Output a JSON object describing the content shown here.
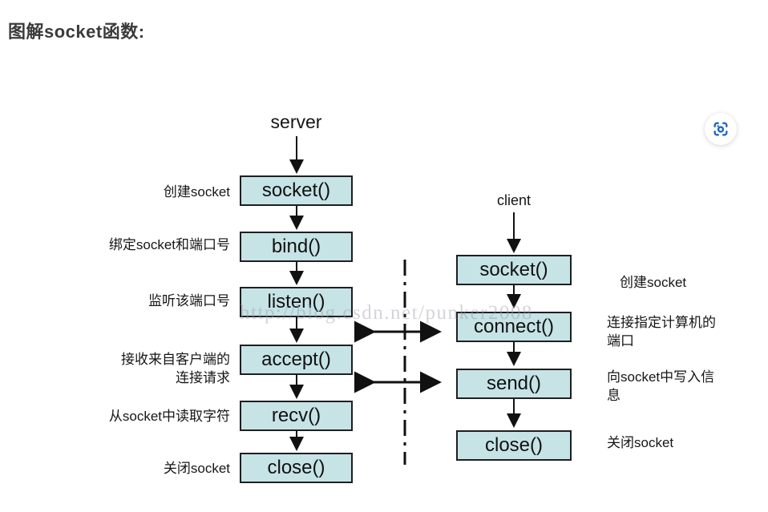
{
  "page": {
    "title": "图解socket函数:"
  },
  "viewer": {
    "screenshot_button_icon": "screenshot-camera"
  },
  "watermark": {
    "text": "http://blog.csdn.net/punker2008"
  },
  "server": {
    "title": "server",
    "steps": [
      {
        "fn": "socket()",
        "label_lines": [
          "创建socket",
          ""
        ]
      },
      {
        "fn": "bind()",
        "label_lines": [
          "绑定socket和端口号",
          ""
        ]
      },
      {
        "fn": "listen()",
        "label_lines": [
          "监听该端口号",
          ""
        ]
      },
      {
        "fn": "accept()",
        "label_lines": [
          "接收来自客户端的",
          "连接请求"
        ]
      },
      {
        "fn": "recv()",
        "label_lines": [
          "从socket中读取字符",
          ""
        ]
      },
      {
        "fn": "close()",
        "label_lines": [
          "关闭socket",
          ""
        ]
      }
    ]
  },
  "client": {
    "title": "client",
    "steps": [
      {
        "fn": "socket()",
        "label_lines": [
          "创建socket",
          ""
        ]
      },
      {
        "fn": "connect()",
        "label_lines": [
          "连接指定计算机的",
          "端口"
        ]
      },
      {
        "fn": "send()",
        "label_lines": [
          "向socket中写入信",
          "息"
        ]
      },
      {
        "fn": "close()",
        "label_lines": [
          "关闭socket",
          ""
        ]
      }
    ]
  },
  "colors": {
    "box_fill": "#c6e3e6",
    "box_border": "#1f1f1f",
    "line_black": "#111111",
    "accent_blue": "#1b66c9",
    "title_gray": "#3b3b3b"
  }
}
